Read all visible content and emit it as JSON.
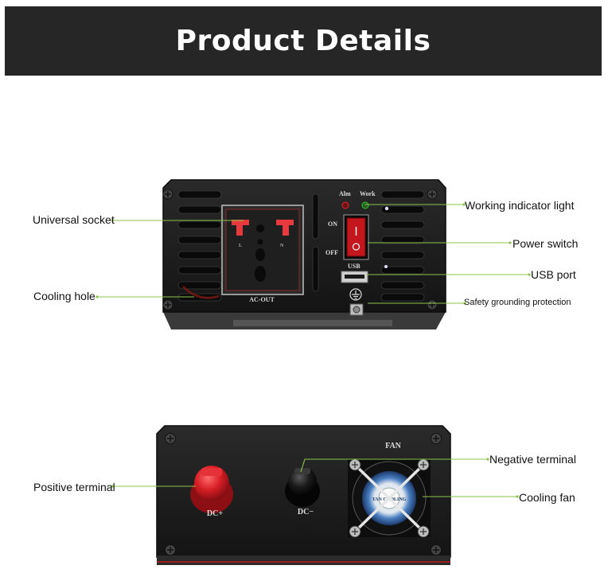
{
  "banner": {
    "title": "Product Details",
    "background": "#262626"
  },
  "front_panel": {
    "socket_label": "AC-OUT",
    "led_alm": "Alm",
    "led_work": "Work",
    "switch_on": "ON",
    "switch_off": "OFF",
    "usb_label": "USB",
    "callouts": {
      "universal_socket": "Universal socket",
      "cooling_hole": "Cooling hole",
      "working_indicator": "Working indicator light",
      "power_switch": "Power switch",
      "usb_port": "USB port",
      "grounding": "Safety grounding protection"
    }
  },
  "rear_panel": {
    "fan_label": "FAN",
    "dc_plus": "DC+",
    "dc_minus": "DC−",
    "callouts": {
      "positive_terminal": "Positive terminal",
      "negative_terminal": "Negative terminal",
      "cooling_fan": "Cooling fan"
    }
  },
  "colors": {
    "leader_line": "#8bc34a",
    "panel": "#1e1e1e",
    "accent_red": "#d9262c"
  },
  "icons": [
    "screw-icon",
    "ground-symbol-icon",
    "fan-guard-icon"
  ]
}
